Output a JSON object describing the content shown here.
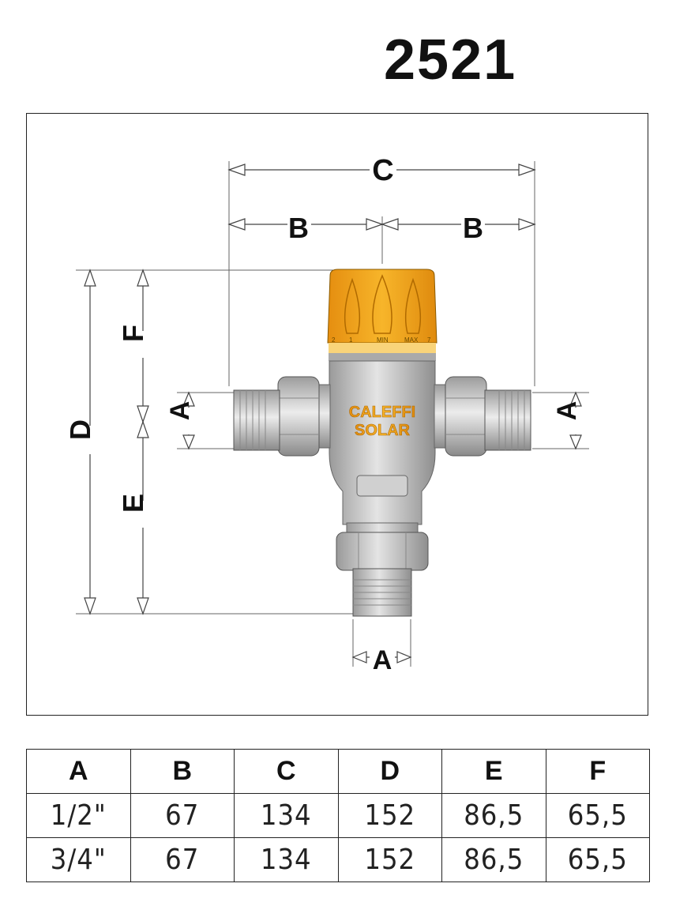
{
  "model_number": "2521",
  "diagram": {
    "dimension_labels": {
      "c": "C",
      "b_left": "B",
      "b_right": "B",
      "d": "D",
      "f": "F",
      "e": "E",
      "a_left": "A",
      "a_right": "A",
      "a_bottom": "A"
    },
    "valve": {
      "brand_line1": "CALEFFI",
      "brand_line2": "SOLAR",
      "knob_scale": {
        "left_num": "2",
        "one": "1",
        "min": "MIN",
        "max": "MAX",
        "right_num": "7"
      }
    },
    "colors": {
      "knob": "#f2a51c",
      "body": "#c9c9c9",
      "brand_text": "#f2a51c"
    }
  },
  "table": {
    "headers": [
      "A",
      "B",
      "C",
      "D",
      "E",
      "F"
    ],
    "rows": [
      [
        "1/2\"",
        "67",
        "134",
        "152",
        "86,5",
        "65,5"
      ],
      [
        "3/4\"",
        "67",
        "134",
        "152",
        "86,5",
        "65,5"
      ]
    ]
  }
}
